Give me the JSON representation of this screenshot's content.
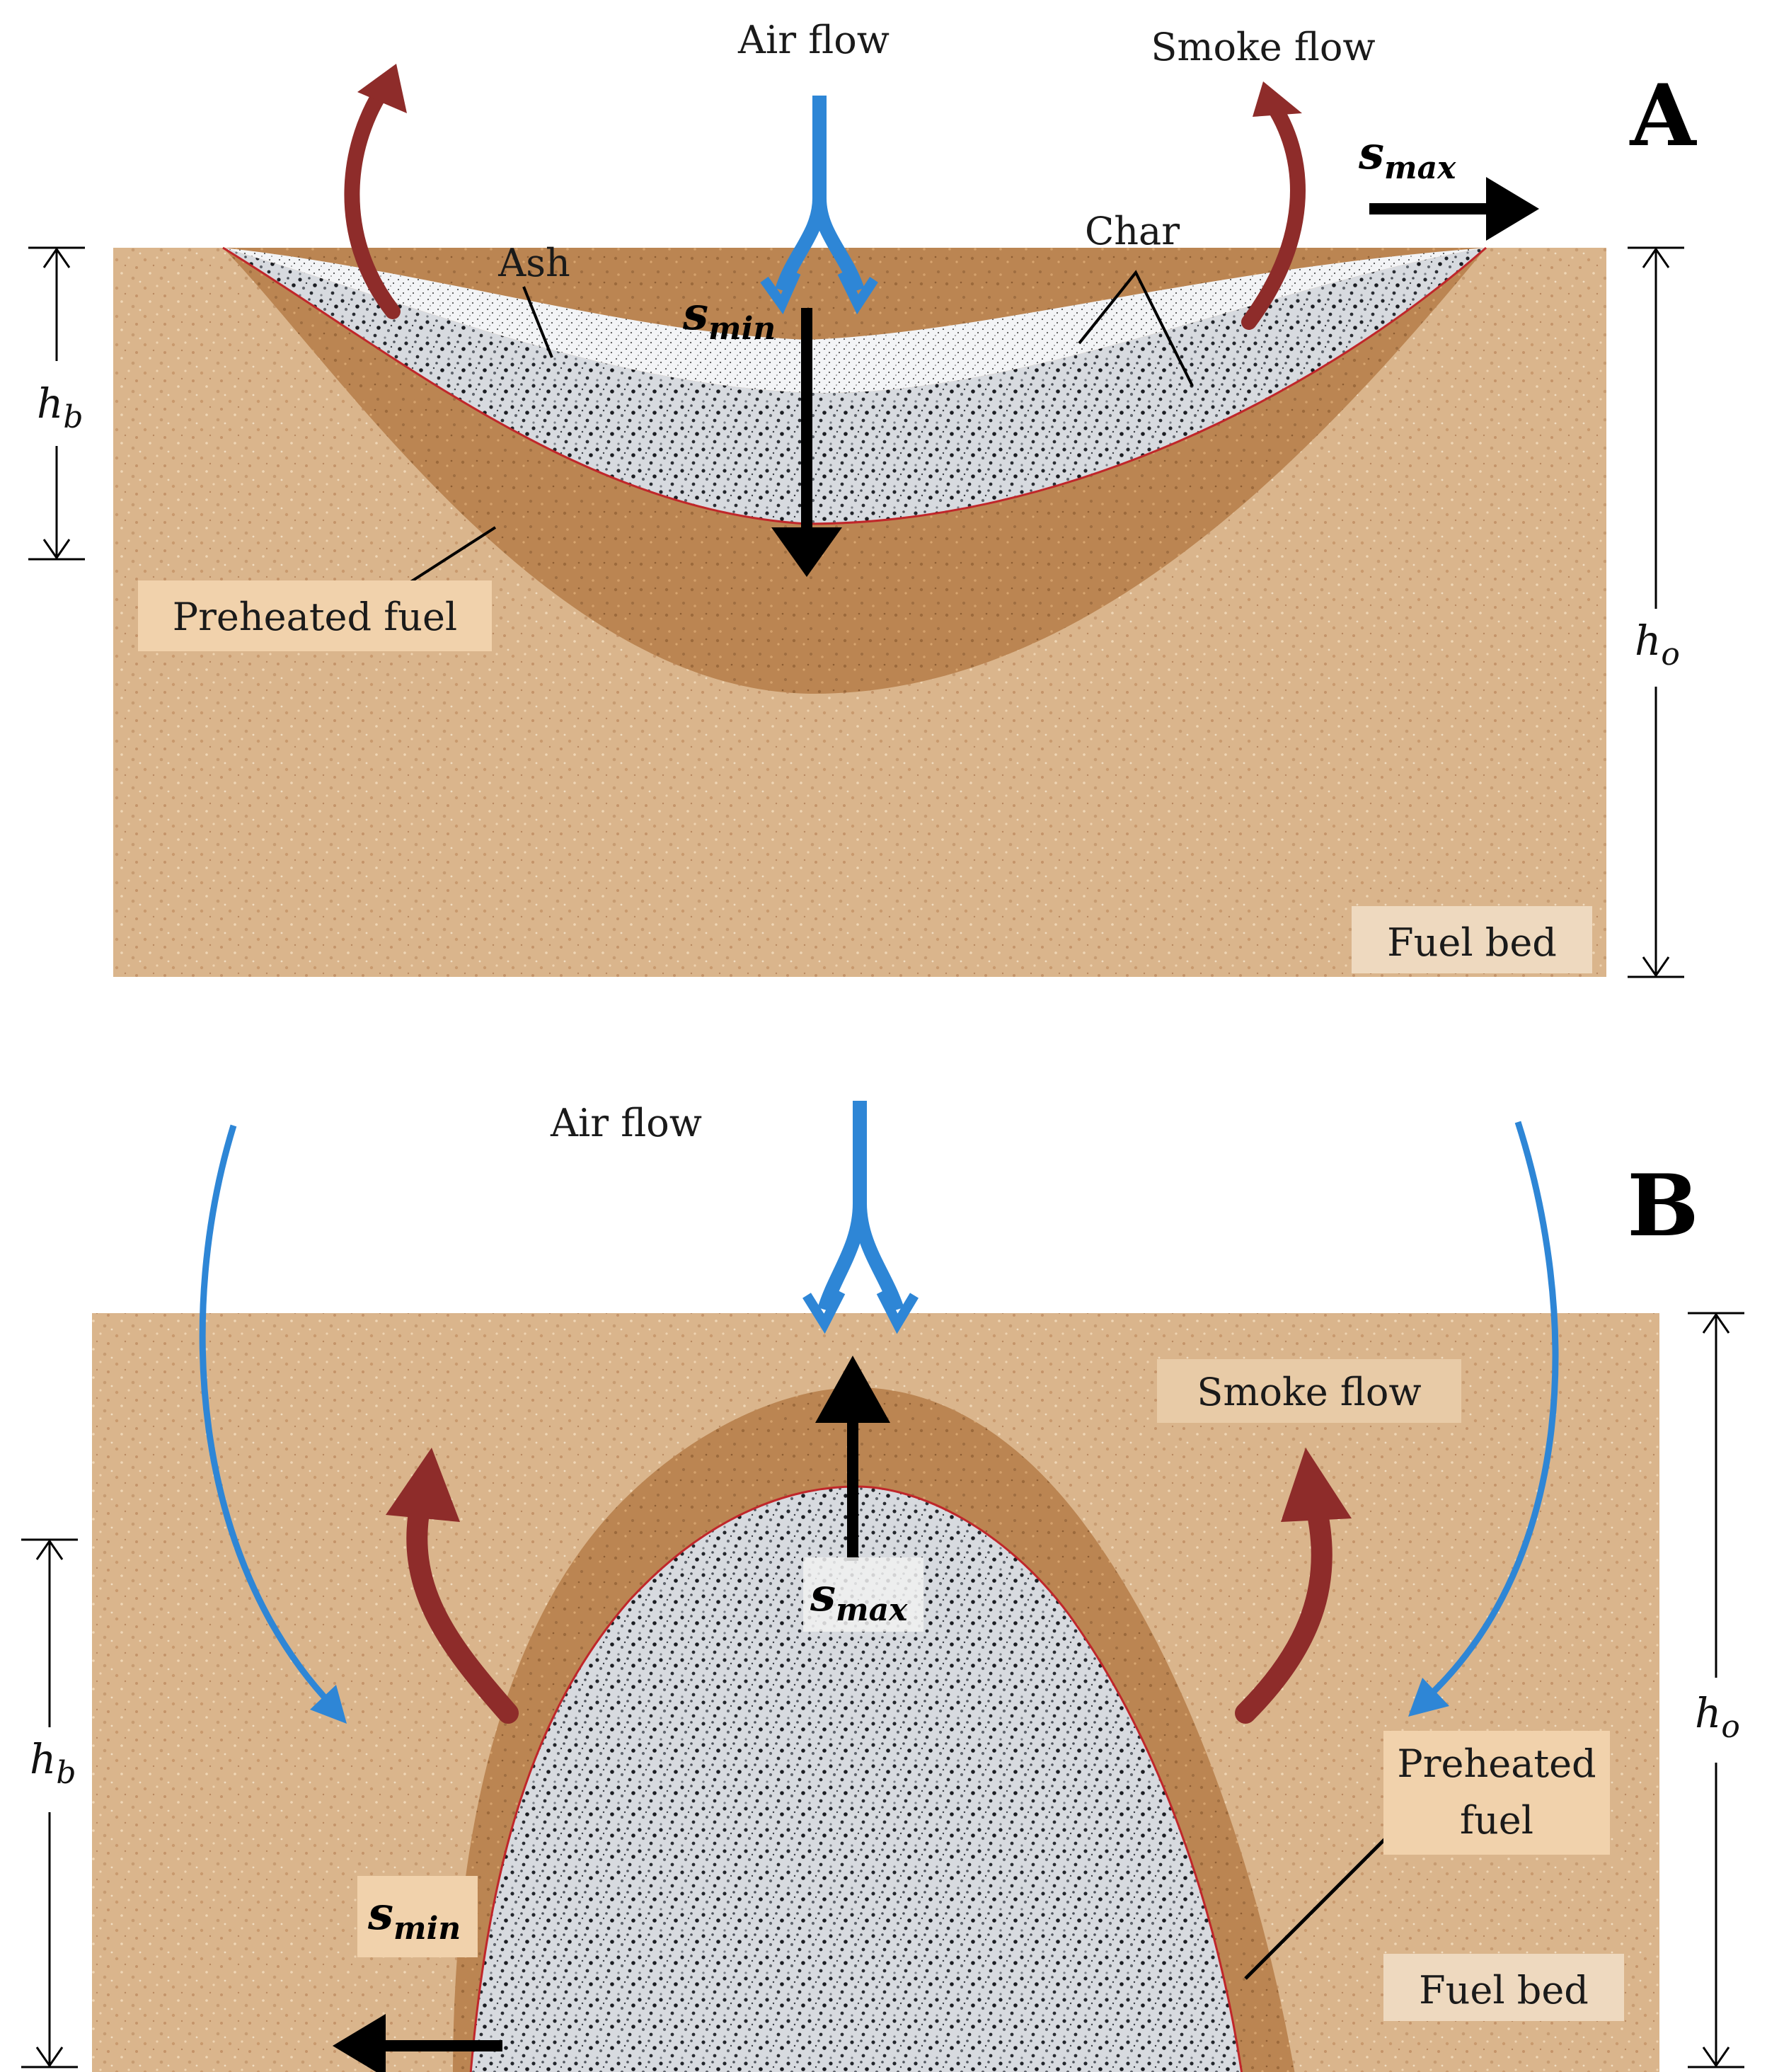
{
  "panel_a": {
    "letter": "A",
    "air_flow": "Air flow",
    "smoke_flow": "Smoke flow",
    "ash": "Ash",
    "char": "Char",
    "preheated_fuel": "Preheated fuel",
    "fuel_bed": "Fuel bed",
    "s_min_main": "s",
    "s_min_sub": "min",
    "s_max_main": "s",
    "s_max_sub": "max",
    "h_b_main": "h",
    "h_b_sub": "b",
    "h_o_main": "h",
    "h_o_sub": "o"
  },
  "panel_b": {
    "letter": "B",
    "air_flow": "Air flow",
    "smoke_flow": "Smoke flow",
    "preheated_fuel_line1": "Preheated",
    "preheated_fuel_line2": "fuel",
    "fuel_bed": "Fuel bed",
    "s_min_main": "s",
    "s_min_sub": "min",
    "s_max_main": "s",
    "s_max_sub": "max",
    "h_b_main": "h",
    "h_b_sub": "b",
    "h_o_main": "h",
    "h_o_sub": "o"
  },
  "colors": {
    "fuel_bed": "#d9b48a",
    "preheated": "#b9824f",
    "char": "#b8bcc4",
    "ash": "#e9ebee",
    "boundary": "#c0262a",
    "smoke_arrow": "#8e2c2a",
    "air_arrow": "#2e86d6",
    "label_bg": "#f1d2ac"
  }
}
